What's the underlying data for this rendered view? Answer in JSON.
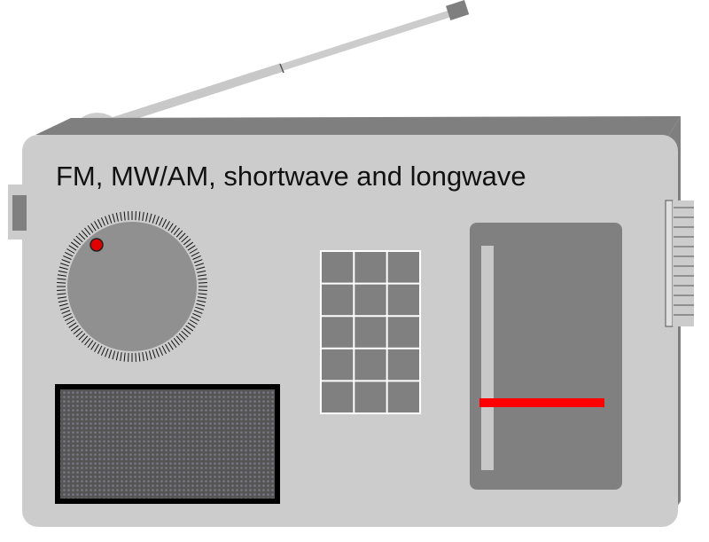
{
  "radio": {
    "label": "FM, MW/AM, shortwave and longwave",
    "colors": {
      "body": "#cccccc",
      "side": "#7f7f7f",
      "dark_panel": "#808080",
      "speaker_border": "#000000",
      "speaker_fill": "#4d4d4d",
      "keypad_fill": "#808080",
      "keypad_lines": "#ffffff",
      "dial_fill": "#8f8f8f",
      "knob_marker": "#e00000",
      "tuning_needle": "#ff0000",
      "antenna": "#cccccc",
      "antenna_tip": "#808080"
    },
    "keypad": {
      "rows": 5,
      "columns": 3
    },
    "icons": {
      "antenna": "telescopic-antenna-icon",
      "dial": "tuning-knob-icon",
      "speaker": "speaker-grille-icon",
      "keypad": "keypad-grid-icon",
      "display": "frequency-scale-icon",
      "left_switch": "side-switch-icon",
      "right_switch": "side-slider-icon"
    }
  }
}
